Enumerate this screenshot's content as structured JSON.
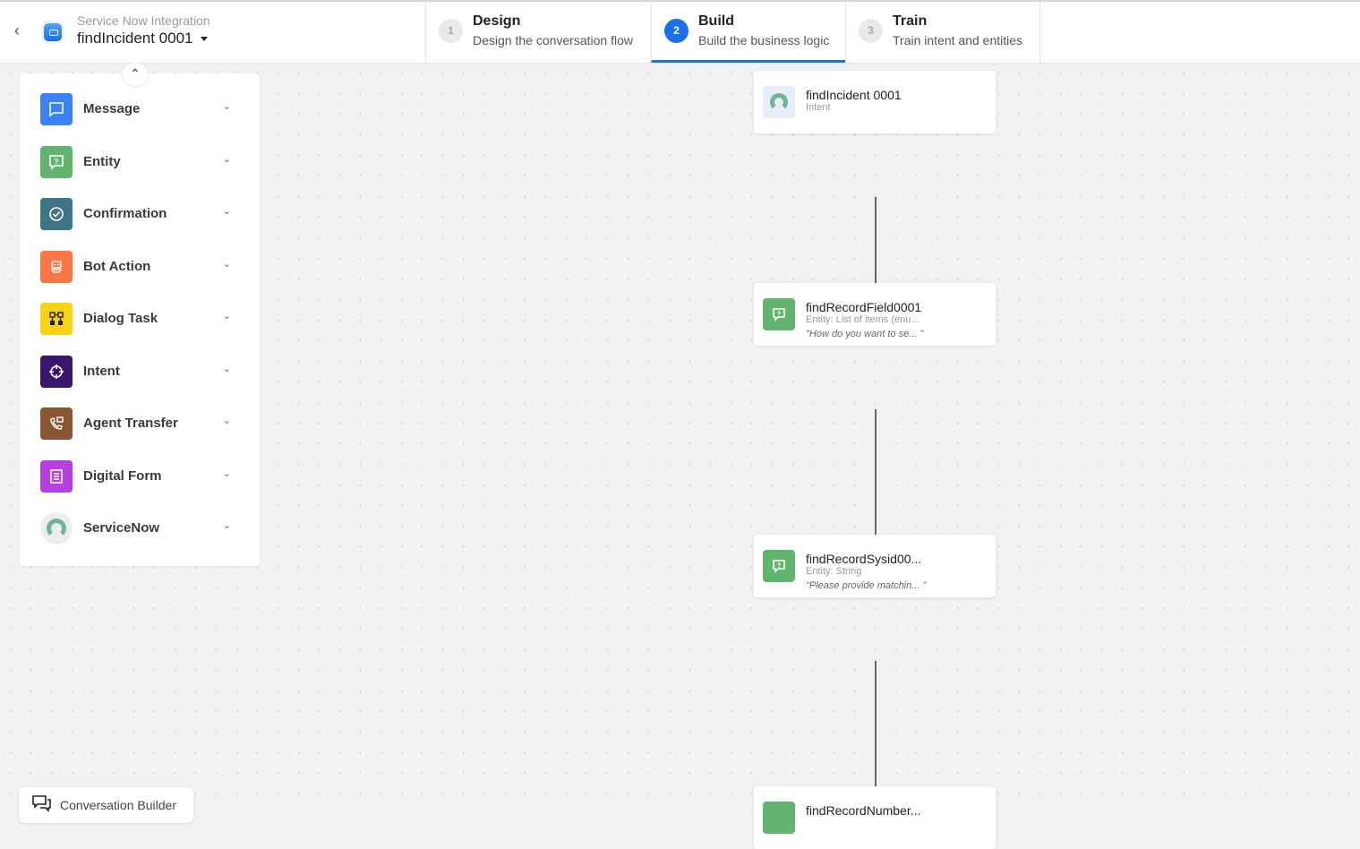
{
  "header": {
    "project": "Service Now Integration",
    "dialog": "findIncident 0001"
  },
  "steps": [
    {
      "num": "1",
      "title": "Design",
      "desc": "Design the conversation flow",
      "active": false
    },
    {
      "num": "2",
      "title": "Build",
      "desc": "Build the business logic",
      "active": true
    },
    {
      "num": "3",
      "title": "Train",
      "desc": "Train intent and entities",
      "active": false
    }
  ],
  "palette": [
    {
      "label": "Message",
      "icon": "message-icon",
      "color": "#3b82f6"
    },
    {
      "label": "Entity",
      "icon": "entity-icon",
      "color": "#62b56e"
    },
    {
      "label": "Confirmation",
      "icon": "confirmation-icon",
      "color": "#3f7489"
    },
    {
      "label": "Bot Action",
      "icon": "bot-action-icon",
      "color": "#fb7545"
    },
    {
      "label": "Dialog Task",
      "icon": "dialog-task-icon",
      "color": "#fcd116"
    },
    {
      "label": "Intent",
      "icon": "intent-icon",
      "color": "#3a176f"
    },
    {
      "label": "Agent Transfer",
      "icon": "agent-transfer-icon",
      "color": "#8a5533"
    },
    {
      "label": "Digital Form",
      "icon": "digital-form-icon",
      "color": "#b73ee0"
    },
    {
      "label": "ServiceNow",
      "icon": "servicenow-icon",
      "color": "#6eb596"
    }
  ],
  "nodes": [
    {
      "name": "findIncident 0001",
      "type": "Intent",
      "prompt": ""
    },
    {
      "name": "findRecordField0001",
      "type": "Entity: List of items (enu...",
      "prompt": "\"How do you want to se... \""
    },
    {
      "name": "findRecordSysid00...",
      "type": "Entity: String",
      "prompt": "\"Please provide matchin... \""
    },
    {
      "name": "findRecordNumber...",
      "type": "",
      "prompt": ""
    }
  ],
  "footer": {
    "conversation_builder": "Conversation Builder"
  }
}
